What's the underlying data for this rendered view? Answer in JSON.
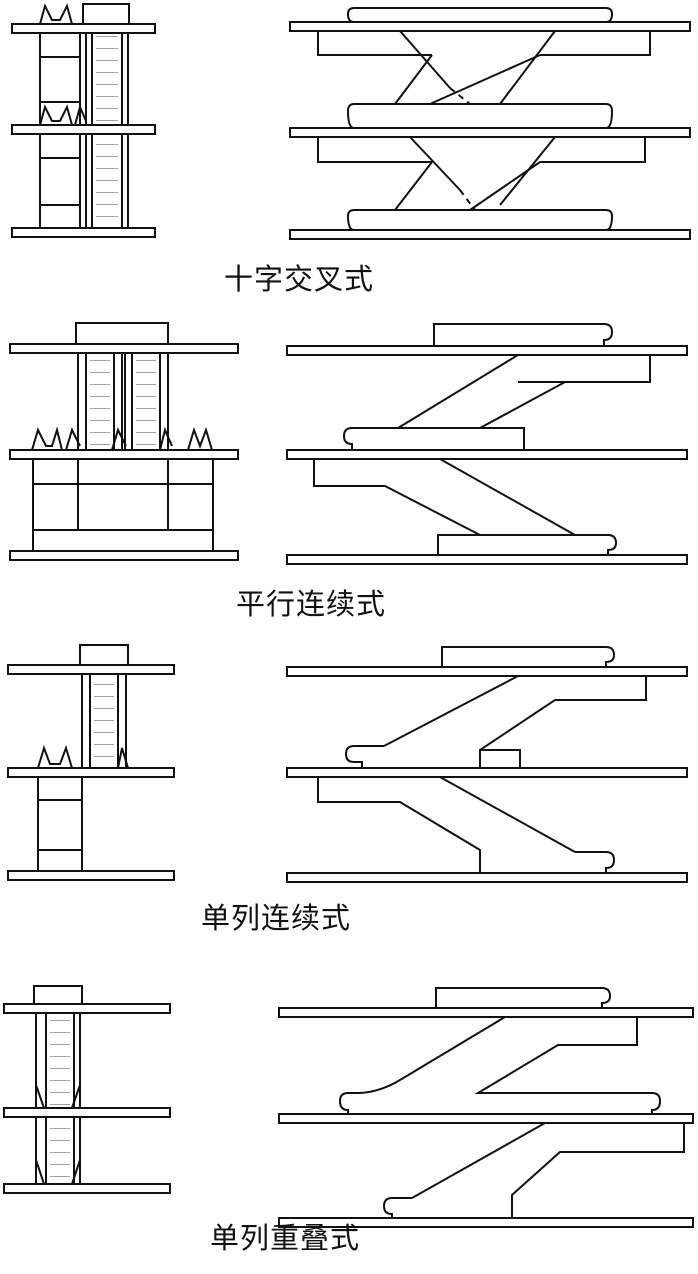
{
  "diagram": {
    "captions": [
      "十字交叉式",
      "平行连续式",
      "单列连续式",
      "单列重叠式"
    ],
    "colors": {
      "line": "#111111",
      "background": "#ffffff"
    }
  }
}
